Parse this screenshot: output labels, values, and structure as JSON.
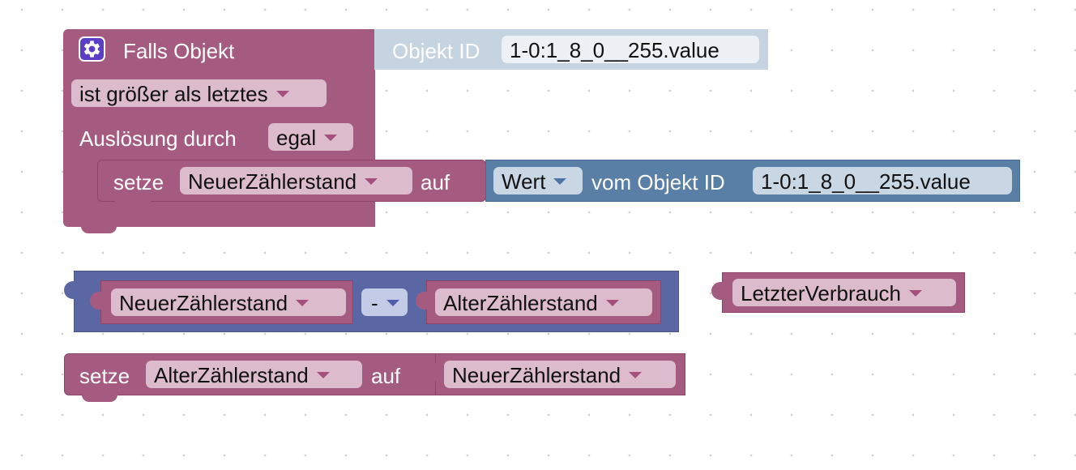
{
  "colors": {
    "procedure": "#a55b80",
    "procedure_light": "#dcbccc",
    "value_blue": "#5a7fa6",
    "value_blue_light": "#c9d6e4",
    "math": "#5b67a5",
    "math_light": "#c4cbe6",
    "object_id_block": "#c6d3e1"
  },
  "trigger": {
    "icon": "gear-icon",
    "title": "Falls Objekt",
    "condition": "ist größer als letztes",
    "trigger_label": "Auslösung durch",
    "trigger_value": "egal",
    "object_label": "Objekt ID",
    "object_value": "1-0:1_8_0__255.value"
  },
  "set_new": {
    "set_label": "setze",
    "variable": "NeuerZählerstand",
    "to_label": "auf",
    "attribute": "Wert",
    "from_label": "vom Objekt ID",
    "object_value": "1-0:1_8_0__255.value"
  },
  "math": {
    "left_var": "NeuerZählerstand",
    "operator": "-",
    "right_var": "AlterZählerstand"
  },
  "loose_var": {
    "variable": "LetzterVerbrauch"
  },
  "set_old": {
    "set_label": "setze",
    "variable": "AlterZählerstand",
    "to_label": "auf",
    "value_var": "NeuerZählerstand"
  }
}
